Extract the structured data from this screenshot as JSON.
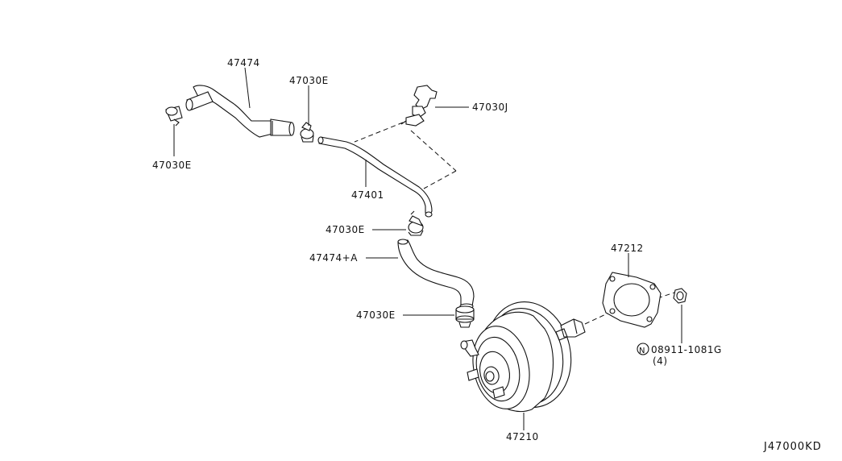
{
  "diagram": {
    "code": "J47000KD",
    "labels": {
      "hose_upper": "47474",
      "clamp_top": "47030E",
      "clamp_left": "47030E",
      "clip": "47030J",
      "hose_mid": "47401",
      "clamp_mid": "47030E",
      "hose_lower": "47474+A",
      "clamp_lower": "47030E",
      "gasket": "47212",
      "nut_symbol": "N",
      "nut": "08911-1081G",
      "nut_qty": "(4)",
      "booster": "47210"
    }
  }
}
